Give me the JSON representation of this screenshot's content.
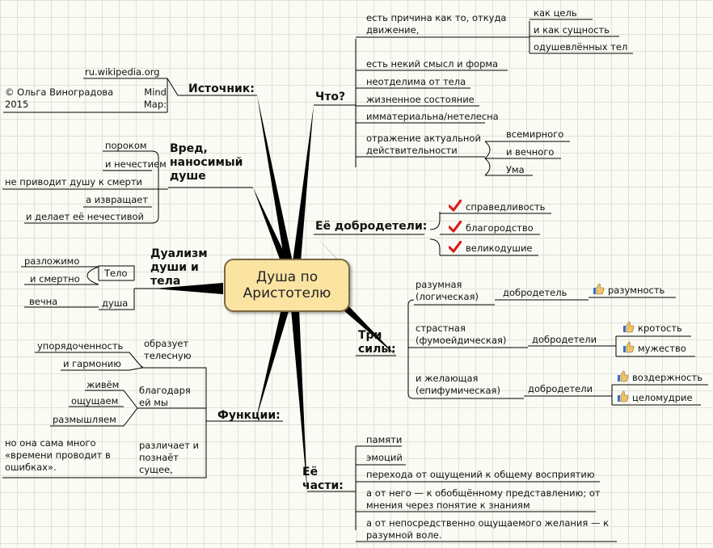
{
  "center": {
    "line1": "Душа по",
    "line2": "Аристотелю"
  },
  "source": {
    "label": "Источник:",
    "wiki": "ru.wikipedia.org",
    "mindmap": "Mind Map:",
    "author": "© Ольга Виноградова 2015"
  },
  "harm": {
    "label": "Вред, наносимый душе",
    "items": [
      "пороком",
      "и нечестием",
      "не приводит душу к смерти",
      "а извращает",
      "и делает её нечестивой"
    ]
  },
  "dualism": {
    "label": "Дуализм души и тела",
    "body": "Тело",
    "body_items": [
      "разложимо",
      "и смертно"
    ],
    "soul": "душа",
    "soul_items": [
      "вечна"
    ]
  },
  "functions": {
    "label": "Функции:",
    "f1": "образует телесную",
    "f1_items": [
      "упорядоченность",
      "и гармонию"
    ],
    "f2": "благодаря ей мы",
    "f2_items": [
      "живём",
      "ощущаем",
      "размышляем"
    ],
    "f3": "различает и познаёт сущее,",
    "f3_items": [
      "но она сама много «времени проводит в ошибках»."
    ]
  },
  "what": {
    "label": "Что?",
    "cause": "есть причина как то, откуда движение,",
    "cause_items": [
      "как цель",
      "и как сущность",
      "одушевлённых тел"
    ],
    "items": [
      "есть некий смысл и форма",
      "неотделима от тела",
      "жизненное состояние",
      "имматериальна/нетелесна"
    ],
    "reflection": "отражение актуальной действительности",
    "reflection_items": [
      "всемирного",
      "и вечного",
      "Ума"
    ]
  },
  "virtues": {
    "label": "Её добродетели:",
    "items": [
      "справедливость",
      "благородство",
      "великодушие"
    ]
  },
  "forces": {
    "label": "Три силы:",
    "list": [
      {
        "name": "разумная (логическая)",
        "virtue": "добродетель",
        "items": [
          "разумность"
        ]
      },
      {
        "name": "страстная (фумоейдическая)",
        "virtue": "добродетели",
        "items": [
          "кротость",
          "мужество"
        ]
      },
      {
        "name": "и желающая (епифумическая)",
        "virtue": "добродетели",
        "items": [
          "воздержность",
          "целомудрие"
        ]
      }
    ]
  },
  "parts": {
    "label": "Её части:",
    "items": [
      "памяти",
      "эмоций",
      "перехода от ощущений к общему восприятию",
      "а от него — к обобщённому представлению; от мнения через понятие к знаниям",
      "а от непосредственно ощущаемого желания — к разумной воле."
    ]
  },
  "colors": {
    "accent": "#fbe3a2",
    "check": "#d81f1f",
    "thumb": "#3a6fc4"
  }
}
